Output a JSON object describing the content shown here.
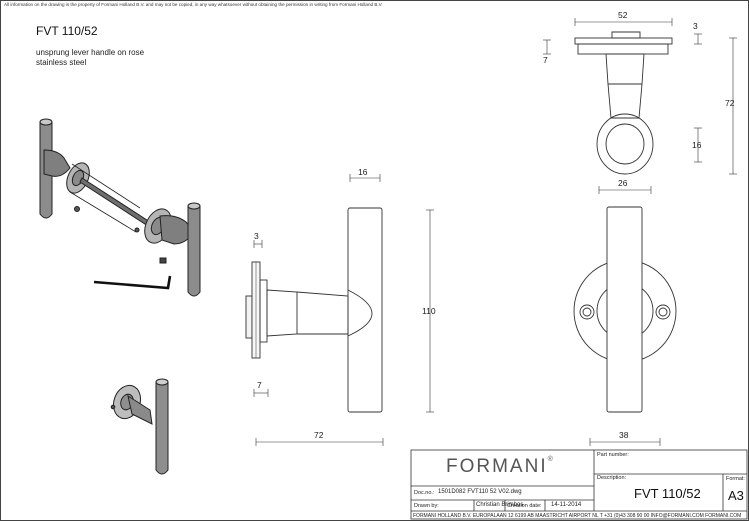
{
  "notice": "All information on the drawing is the property of Formani Holland B.V. and may not be copied, in any way whatsoever without obtaining the permission in writing from Formani Holland B.V.",
  "product": {
    "title": "FVT 110/52",
    "description_line1": "unsprung lever handle on rose",
    "description_line2": "stainless steel"
  },
  "dimensions": {
    "top_width": "52",
    "top_plate": "3",
    "top_rose": "7",
    "top_height": "72",
    "top_ring": "16",
    "top_bar": "26",
    "side_bar_width": "16",
    "side_plate": "3",
    "side_height": "110",
    "side_rose": "7",
    "side_length": "72",
    "front_width": "38"
  },
  "title_block": {
    "brand": "FORMANI",
    "brand_mark": "®",
    "part_number_label": "Part number:",
    "part_number_value": "",
    "description_label": "Description:",
    "description_value": "FVT 110/52",
    "format_label": "Format:",
    "format_value": "A3",
    "doc_label": "Doc.no.:",
    "doc_value": "1501D082 FVT110 52 V02.dwg",
    "drawn_label": "Drawn by:",
    "drawn_value": "Christian Brimbos",
    "creation_label": "Creation date:",
    "creation_value": "14-11-2014",
    "footer": "FORMANI HOLLAND B.V. EUROPALAAN 12 6199 AB MAASTRICHT AIRPORT NL T +31 (0)43 308 90 00  INFO@FORMANI.COM FORMANI.COM"
  }
}
